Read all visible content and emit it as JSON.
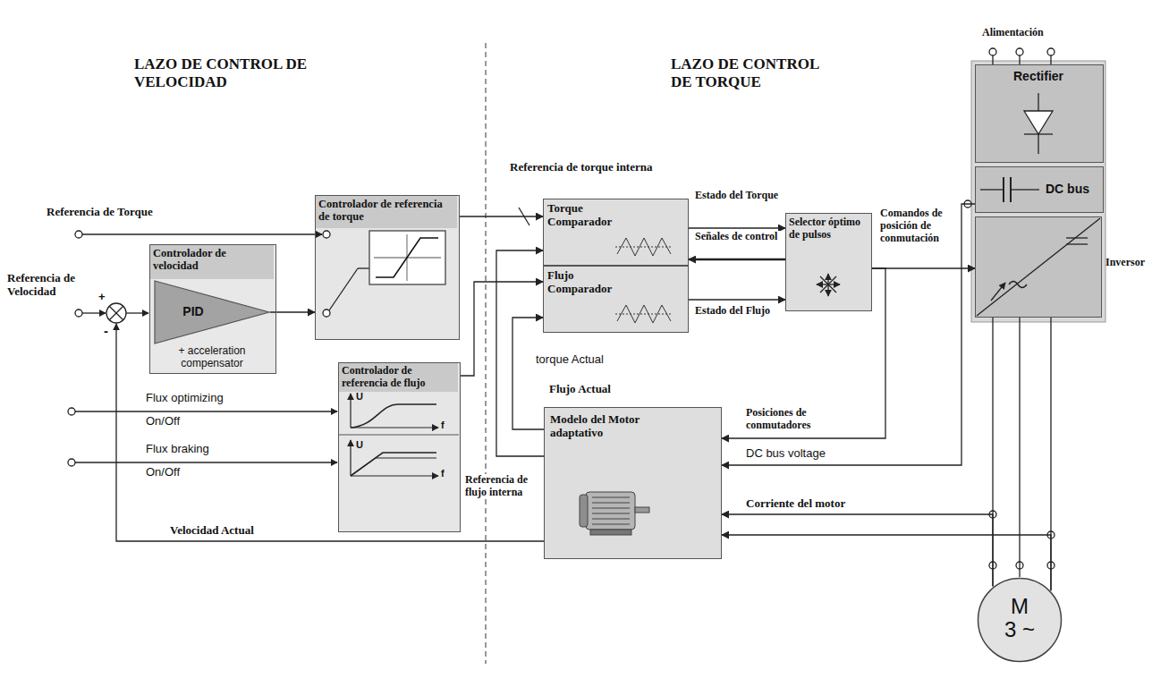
{
  "diagram": {
    "nodes": [
      {
        "text": [
          "Controlador de velocidad",
          "+ acceleration compensator"
        ]
      },
      {
        "text": [
          "PID"
        ],
        "in": 0
      },
      {
        "text": [
          "Controlador de referencia de torque"
        ]
      },
      {
        "text": [
          "Controlador de referencia de flujo"
        ]
      },
      {
        "text": [
          "Torque Comparador"
        ]
      },
      {
        "text": [
          "Flujo Comparador"
        ]
      },
      {
        "text": [
          "Selector óptimo de pulsos"
        ]
      },
      {
        "text": [
          "Modelo del Motor adaptativo"
        ]
      },
      {
        "text": [
          "Rectifier"
        ]
      },
      {
        "text": [
          "DC bus"
        ]
      },
      {
        "text": [
          "Inversor"
        ]
      },
      {
        "text": [
          "M 3 ~"
        ]
      }
    ],
    "edges": [
      {
        "from": 1,
        "to": 2,
        "arrow": "to"
      },
      {
        "from": 2,
        "to": 4,
        "label": "Referencia de torque interna",
        "arrow": "to"
      },
      {
        "from": 3,
        "to": 5,
        "label": "Referencia de flujo interna",
        "arrow": "to"
      },
      {
        "from": 4,
        "to": 6,
        "label": "Estado del Torque",
        "arrow": "to"
      },
      {
        "from": 6,
        "to": 4,
        "label": "Señales de control",
        "arrow": "to"
      },
      {
        "from": 5,
        "to": 6,
        "label": "Estado del Flujo",
        "arrow": "to"
      },
      {
        "from": 6,
        "to": 10,
        "label": "Comandos de posición de conmutación",
        "arrow": "to"
      },
      {
        "from": 6,
        "to": 7,
        "label": "Posiciones de conmutadores",
        "arrow": "to"
      },
      {
        "from": 9,
        "to": 7,
        "label": "DC bus voltage",
        "arrow": "to"
      },
      {
        "from": 11,
        "to": 7,
        "label": "Corriente del motor",
        "arrow": "to"
      },
      {
        "from": 11,
        "to": 7,
        "arrow": "to"
      },
      {
        "from": 7,
        "to": 4,
        "label": "torque Actual",
        "arrow": "to"
      },
      {
        "from": 7,
        "to": 5,
        "label": "Flujo Actual",
        "arrow": "to"
      },
      {
        "from": 10,
        "to": 11,
        "arrow": "none"
      },
      {
        "from": 10,
        "to": 11,
        "arrow": "none"
      },
      {
        "from": 10,
        "to": 11,
        "arrow": "none"
      }
    ],
    "labels": [
      "LAZO DE CONTROL DE VELOCIDAD",
      "LAZO DE CONTROL DE TORQUE",
      "Referencia de Torque",
      "Referencia de Velocidad",
      "+",
      "-",
      "Flux optimizing",
      "On/Off",
      "Flux braking",
      "On/Off",
      "U",
      "f",
      "U",
      "f",
      "Velocidad Actual",
      "Alimentación"
    ]
  }
}
